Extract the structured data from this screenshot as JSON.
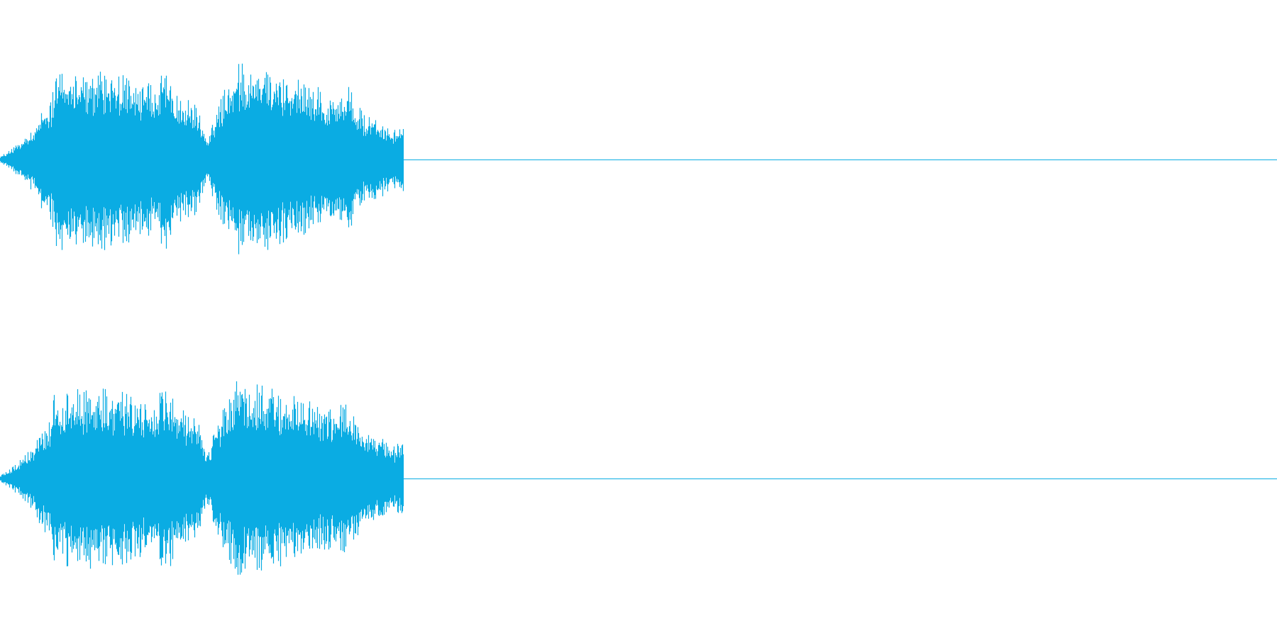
{
  "chart_data": {
    "type": "area",
    "channels": [
      {
        "envelope": [
          {
            "t": 0.0,
            "amp": 0.03
          },
          {
            "t": 0.008,
            "amp": 0.1
          },
          {
            "t": 0.015,
            "amp": 0.18
          },
          {
            "t": 0.025,
            "amp": 0.32
          },
          {
            "t": 0.032,
            "amp": 0.5
          },
          {
            "t": 0.04,
            "amp": 0.62
          },
          {
            "t": 0.043,
            "amp": 0.95
          },
          {
            "t": 0.06,
            "amp": 0.88
          },
          {
            "t": 0.08,
            "amp": 0.92
          },
          {
            "t": 0.1,
            "amp": 0.85
          },
          {
            "t": 0.12,
            "amp": 0.75
          },
          {
            "t": 0.13,
            "amp": 0.98
          },
          {
            "t": 0.14,
            "amp": 0.7
          },
          {
            "t": 0.155,
            "amp": 0.55
          },
          {
            "t": 0.162,
            "amp": 0.2
          },
          {
            "t": 0.17,
            "amp": 0.55
          },
          {
            "t": 0.185,
            "amp": 0.98
          },
          {
            "t": 0.21,
            "amp": 0.92
          },
          {
            "t": 0.235,
            "amp": 0.8
          },
          {
            "t": 0.255,
            "amp": 0.7
          },
          {
            "t": 0.272,
            "amp": 0.75
          },
          {
            "t": 0.285,
            "amp": 0.45
          },
          {
            "t": 0.3,
            "amp": 0.38
          },
          {
            "t": 0.31,
            "amp": 0.3
          },
          {
            "t": 0.316,
            "amp": 0.35
          }
        ]
      },
      {
        "envelope": [
          {
            "t": 0.0,
            "amp": 0.03
          },
          {
            "t": 0.008,
            "amp": 0.1
          },
          {
            "t": 0.015,
            "amp": 0.18
          },
          {
            "t": 0.025,
            "amp": 0.32
          },
          {
            "t": 0.032,
            "amp": 0.5
          },
          {
            "t": 0.04,
            "amp": 0.62
          },
          {
            "t": 0.043,
            "amp": 0.96
          },
          {
            "t": 0.06,
            "amp": 0.9
          },
          {
            "t": 0.08,
            "amp": 0.93
          },
          {
            "t": 0.1,
            "amp": 0.86
          },
          {
            "t": 0.12,
            "amp": 0.76
          },
          {
            "t": 0.13,
            "amp": 0.98
          },
          {
            "t": 0.14,
            "amp": 0.72
          },
          {
            "t": 0.155,
            "amp": 0.58
          },
          {
            "t": 0.162,
            "amp": 0.25
          },
          {
            "t": 0.17,
            "amp": 0.58
          },
          {
            "t": 0.185,
            "amp": 0.98
          },
          {
            "t": 0.21,
            "amp": 0.93
          },
          {
            "t": 0.235,
            "amp": 0.82
          },
          {
            "t": 0.255,
            "amp": 0.72
          },
          {
            "t": 0.272,
            "amp": 0.76
          },
          {
            "t": 0.285,
            "amp": 0.48
          },
          {
            "t": 0.3,
            "amp": 0.4
          },
          {
            "t": 0.31,
            "amp": 0.32
          },
          {
            "t": 0.316,
            "amp": 0.48
          }
        ]
      }
    ],
    "xlim": [
      0,
      1
    ],
    "ylim": [
      -1,
      1
    ],
    "grid": false
  },
  "colors": {
    "waveform": "#0aace3",
    "background": "#ffffff"
  }
}
